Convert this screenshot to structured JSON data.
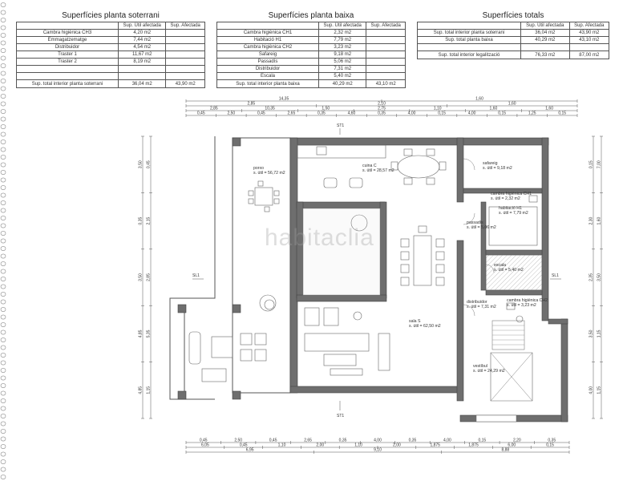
{
  "tables": [
    {
      "title": "Superfícies planta soterrani",
      "headers": [
        "",
        "Sup. Útil afectada",
        "Sup. Afectada"
      ],
      "rows": [
        [
          "Cambra higiènica CH3",
          "4,20 m2",
          ""
        ],
        [
          "Emmagatzematge",
          "7,44 m2",
          ""
        ],
        [
          "Distribuidor",
          "4,54 m2",
          ""
        ],
        [
          "Traster 1",
          "11,67 m2",
          ""
        ],
        [
          "Traster 2",
          "8,19 m2",
          ""
        ],
        [
          "",
          "",
          ""
        ],
        [
          "",
          "",
          ""
        ]
      ],
      "total": [
        "Sup. total interior planta soterrani",
        "36,04 m2",
        "43,90 m2"
      ]
    },
    {
      "title": "Superfícies planta baixa",
      "headers": [
        "",
        "Sup. Útil afectada",
        "Sup. Afectada"
      ],
      "rows": [
        [
          "Cambra higiènica CH1",
          "2,32 m2",
          ""
        ],
        [
          "Habitació H1",
          "7,79 m2",
          ""
        ],
        [
          "Cambra higiènica CH2",
          "3,23 m2",
          ""
        ],
        [
          "Safareig",
          "9,18 m2",
          ""
        ],
        [
          "Passadís",
          "5,06 m2",
          ""
        ],
        [
          "Distribuidor",
          "7,31 m2",
          ""
        ],
        [
          "Escala",
          "5,40 m2",
          ""
        ]
      ],
      "total": [
        "Sup. total interior planta baixa",
        "40,29 m2",
        "43,10 m2"
      ]
    },
    {
      "title": "Superfícies totals",
      "headers": [
        "",
        "Sup. Útil afectada",
        "Sup. Afectada"
      ],
      "rows": [
        [
          "Sup. total interior planta soterrani",
          "36,04 m2",
          "43,90 m2"
        ],
        [
          "Sup. total planta baixa",
          "40,29 m2",
          "43,10 m2"
        ],
        [
          "",
          "",
          ""
        ]
      ],
      "total": [
        "Sup. total interior legalització",
        "76,33 m2",
        "87,00 m2"
      ]
    }
  ],
  "rooms": [
    {
      "name": "porxo",
      "area": "s. útil = 56,72 m2"
    },
    {
      "name": "cuina C",
      "area": "s. útil = 28,57 m2"
    },
    {
      "name": "safareig",
      "area": "s. útil = 9,18 m2"
    },
    {
      "name": "cambra higiènica CH1",
      "area": "s. útil = 2,32 m2"
    },
    {
      "name": "habitació H1",
      "area": "s. útil = 7,79 m2"
    },
    {
      "name": "passadís",
      "area": "s. útil = 5,06 m2"
    },
    {
      "name": "escala",
      "area": "s. útil = 5,40 m2"
    },
    {
      "name": "distribuïdor",
      "area": "s. útil = 7,31 m2"
    },
    {
      "name": "cambra higiènica CH2",
      "area": "s. útil = 3,23 m2"
    },
    {
      "name": "sala S",
      "area": "s. útil = 62,50 m2"
    },
    {
      "name": "vestíbul",
      "area": "s. útil = 24,29 m2"
    }
  ],
  "dims_top": {
    "row1": [
      "14,35",
      "1,60"
    ],
    "row2": [
      "2,85",
      "2,10",
      "1,60"
    ],
    "row3": [
      "2,85",
      "10,35",
      "1,50",
      "2,75",
      "1,10",
      "1,60",
      "1,60"
    ],
    "row4": [
      "0,45",
      "2,50",
      "0,45",
      "2,65",
      "0,35",
      "4,60",
      "0,35",
      "4,00",
      "0,15",
      "4,00",
      "0,15",
      "1,25",
      "0,15"
    ]
  },
  "dims_bottom": {
    "row1": [
      "0,45",
      "2,50",
      "0,45",
      "2,65",
      "0,35",
      "4,00",
      "0,35",
      "4,00",
      "0,15",
      "2,20",
      "0,35"
    ],
    "row2": [
      "6,05",
      "0,45",
      "1,10",
      "2,00",
      "1,10",
      "2,00",
      "1,875",
      "1,875",
      "6,00",
      "0,15"
    ],
    "row3": [
      "6,95",
      "9,10",
      "8,88"
    ]
  },
  "dims_left": [
    "3,50",
    "0,35",
    "3,50",
    "4,85",
    "4,85",
    "0,45",
    "2,15",
    "2,85",
    "5,35",
    "1,15"
  ],
  "dims_right": [
    "0,15",
    "2,30",
    "2,35",
    "3,50",
    "4,00",
    "7,00",
    "1,60",
    "3,50",
    "1,15",
    "1,15"
  ],
  "section_marks": [
    "ST1",
    "ST1",
    "SL1",
    "SL1"
  ],
  "watermark": "habitaclia"
}
